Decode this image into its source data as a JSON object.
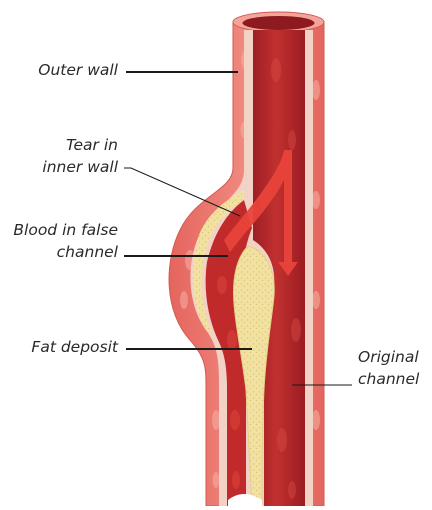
{
  "labels": {
    "outer_wall": "Outer wall",
    "tear_line1": "Tear in",
    "tear_line2": "inner wall",
    "blood_line1": "Blood in false",
    "blood_line2": "channel",
    "fat_deposit": "Fat deposit",
    "original_line1": "Original",
    "original_line2": "channel"
  },
  "colors": {
    "outer_wall": "#e9776e",
    "outer_wall_light": "#f6b3a8",
    "inner_lining": "#f3d9cf",
    "lumen": "#b8262a",
    "false_channel": "#c92a2a",
    "fat": "#f1e2a4",
    "flow_arrow": "#e8433a",
    "leader": "#1a1a1a"
  }
}
